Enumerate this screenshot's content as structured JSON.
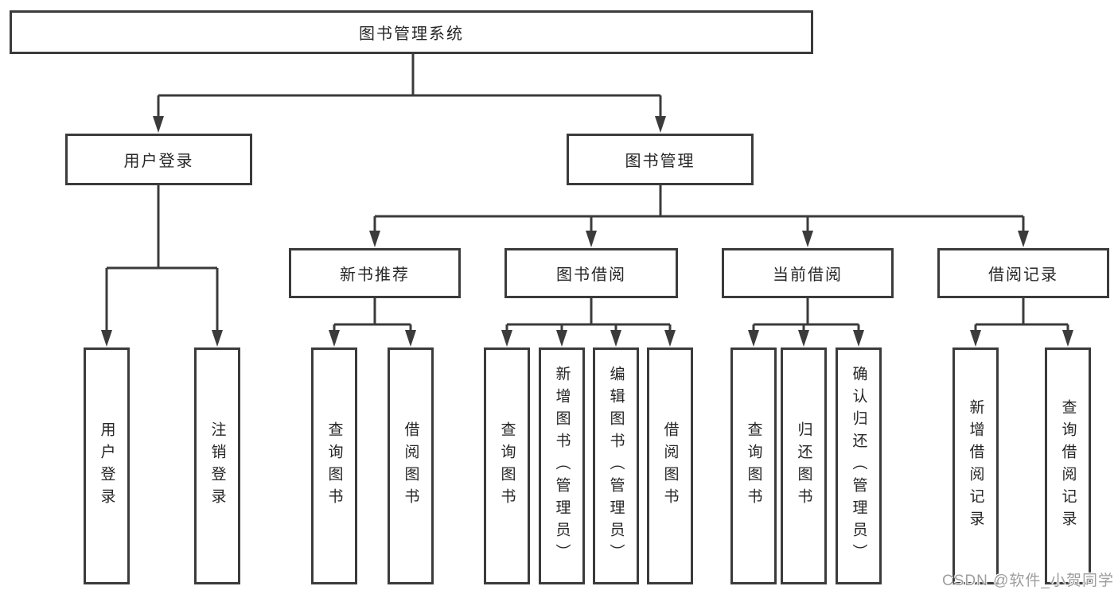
{
  "nodes": {
    "root": "图书管理系统",
    "user_login_group": "用户登录",
    "book_management_group": "图书管理",
    "new_book_recommend": "新书推荐",
    "book_borrow": "图书借阅",
    "current_borrow": "当前借阅",
    "borrow_record": "借阅记录",
    "leaf_user_login": "用户登录",
    "leaf_logout": "注销登录",
    "leaf_nbr_query_book": "查询图书",
    "leaf_nbr_borrow_book": "借阅图书",
    "leaf_bb_query_book": "查询图书",
    "leaf_bb_add_book": "新增图书（管理员）",
    "leaf_bb_edit_book": "编辑图书（管理员）",
    "leaf_bb_borrow_book": "借阅图书",
    "leaf_cb_query_book": "查询图书",
    "leaf_cb_return_book": "归还图书",
    "leaf_cb_confirm_return": "确认归还（管理员）",
    "leaf_br_add_record": "新增借阅记录",
    "leaf_br_query_record": "查询借阅记录"
  },
  "watermark": {
    "text": "CSDN @软件_小贺同学"
  },
  "colors": {
    "line": "#3b3b3b",
    "text": "#262626",
    "background": "#ffffff",
    "watermark": "#9e9e9e"
  }
}
